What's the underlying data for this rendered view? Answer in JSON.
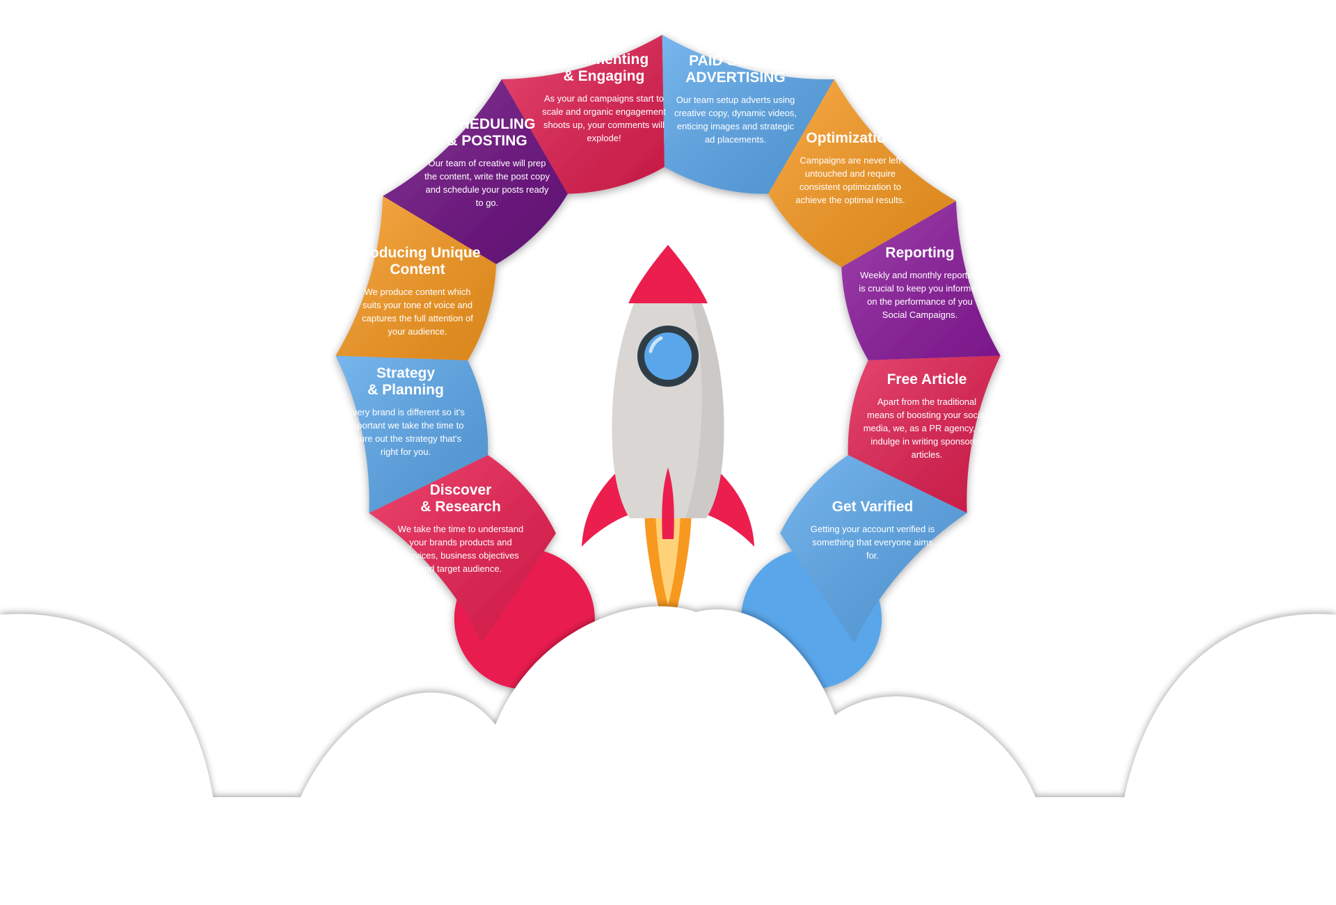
{
  "segments": [
    {
      "id": "discover-research",
      "title": [
        "Discover",
        "& Research"
      ],
      "body": [
        "We take the time to understand",
        "your brands products and",
        "services, business objectives",
        "and target audience."
      ],
      "color": "#e91e50"
    },
    {
      "id": "strategy-planning",
      "title": [
        "Strategy",
        "& Planning"
      ],
      "body": [
        "Every brand is different so it's",
        "important we take the time to",
        "figure out the strategy that's",
        "right for you."
      ],
      "color": "#5aa6ea"
    },
    {
      "id": "producing-unique-content",
      "title": [
        "Producing Unique",
        "Content"
      ],
      "body": [
        "We produce content which",
        "suits your tone of voice and",
        "captures the full attention of",
        "your audience."
      ],
      "color": "#f7981f"
    },
    {
      "id": "scheduling-posting",
      "title": [
        "SCHEDULING",
        "& POSTING"
      ],
      "body": [
        "Our team of creative  will prep",
        "the content, write the post copy",
        "and schedule your posts ready",
        "to go."
      ],
      "color": "#6c0f80"
    },
    {
      "id": "commenting-engaging",
      "title": [
        "Commenting",
        "& Engaging"
      ],
      "body": [
        "As your ad campaigns start to",
        "scale and organic engagement",
        "shoots up, your comments will",
        "explode!"
      ],
      "color": "#e01e50"
    },
    {
      "id": "paid-social-advertising",
      "title": [
        "PAID SOCIAL",
        "ADVERTISING"
      ],
      "body": [
        "Our team setup adverts using",
        "creative copy, dynamic videos,",
        "enticing images and strategic",
        "ad placements."
      ],
      "color": "#5aa6ea"
    },
    {
      "id": "optimization",
      "title": [
        "Optimization"
      ],
      "body": [
        "Campaigns are never left",
        "untouched and require",
        "consistent optimization to",
        "achieve the optimal results."
      ],
      "color": "#f7981f"
    },
    {
      "id": "reporting",
      "title": [
        "Reporting"
      ],
      "body": [
        "Weekly and monthly reporting",
        "is crucial to keep you informed",
        "on the performance of you",
        "Social Campaigns."
      ],
      "color": "#8b1a9c"
    },
    {
      "id": "free-article",
      "title": [
        "Free Article"
      ],
      "body": [
        "Apart from the traditional",
        "means of boosting your social",
        "media, we, as a PR agency, will",
        "indulge in writing sponsored",
        "articles."
      ],
      "color": "#e01e50"
    },
    {
      "id": "get-varified",
      "title": [
        "Get Varified"
      ],
      "body": [
        "Getting your account verified is",
        "something that everyone aims",
        "for."
      ],
      "color": "#5aa6ea"
    }
  ],
  "rocket": {
    "body_color": "#d9d6d3",
    "accent_color": "#ec1e4e",
    "window_color": "#5aa6ea",
    "flame_color": "#f7981f"
  }
}
